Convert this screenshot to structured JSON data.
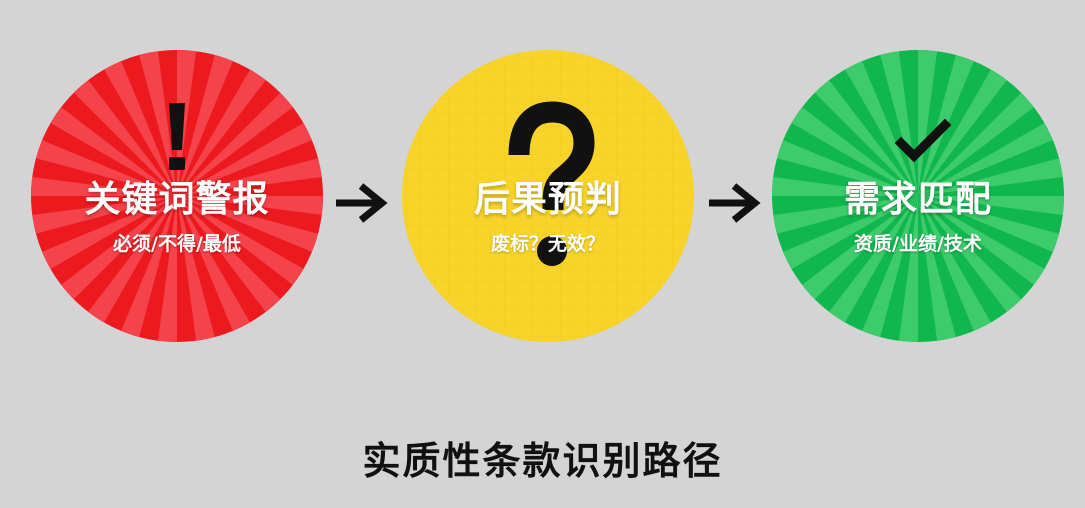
{
  "stages": [
    {
      "id": "keyword-alert",
      "icon": "exclamation-icon",
      "title": "关键词警报",
      "subtitle": "必须/不得/最低",
      "color": "#ec1a1f",
      "ray_color": "#f4434a"
    },
    {
      "id": "consequence-prediction",
      "icon": "question-mark-icon",
      "title": "后果预判",
      "subtitle": "废标？无效？",
      "color": "#f8d42a",
      "ray_color": "#fbe06a"
    },
    {
      "id": "requirement-match",
      "icon": "checkmark-icon",
      "title": "需求匹配",
      "subtitle": "资质/业绩/技术",
      "color": "#0fb74d",
      "ray_color": "#3ecb6c"
    }
  ],
  "arrows": [
    "arrow-right-icon",
    "arrow-right-icon"
  ],
  "caption": "实质性条款识别路径"
}
